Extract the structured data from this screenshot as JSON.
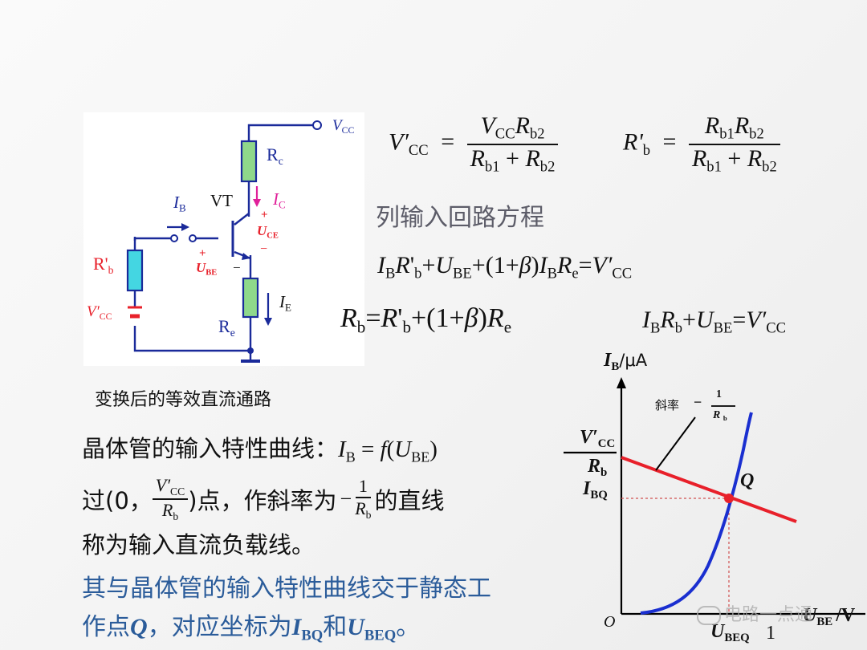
{
  "circuit": {
    "caption": "变换后的等效直流通路",
    "labels": {
      "vcc_term": "V",
      "vcc_term_sub": "CC",
      "rc": "R",
      "rc_sub": "c",
      "vt": "VT",
      "ib": "I",
      "ib_sub": "B",
      "ic": "I",
      "ic_sub": "C",
      "uce_plus": "+",
      "uce": "U",
      "uce_sub": "CE",
      "uce_minus": "−",
      "ube_plus": "+",
      "ube": "U",
      "ube_sub": "BE",
      "ube_minus": "−",
      "rb": "R'",
      "rb_sub": "b",
      "vcc_src": "V′",
      "vcc_src_sub": "CC",
      "ie": "I",
      "ie_sub": "E",
      "re": "R",
      "re_sub": "e"
    }
  },
  "formulas": {
    "f1_lhs": "V′",
    "f1_lhs_sub": "CC",
    "f1_eq": "=",
    "f1_num_a": "V",
    "f1_num_a_sub": "CC",
    "f1_num_b": "R",
    "f1_num_b_sub": "b2",
    "f1_den_a": "R",
    "f1_den_a_sub": "b1",
    "f1_den_plus": "+",
    "f1_den_b": "R",
    "f1_den_b_sub": "b2",
    "f2_lhs": "R'",
    "f2_lhs_sub": "b",
    "f2_eq": "=",
    "f2_num_a": "R",
    "f2_num_a_sub": "b1",
    "f2_num_b": "R",
    "f2_num_b_sub": "b2",
    "f2_den_a": "R",
    "f2_den_a_sub": "b1",
    "f2_den_plus": "+",
    "f2_den_b": "R",
    "f2_den_b_sub": "b2",
    "heading": "列输入回路方程",
    "eq1": [
      {
        "t": "I",
        "i": true
      },
      {
        "t": "B",
        "sub": true
      },
      {
        "t": "R",
        "i": true
      },
      {
        "t": "'",
        "i": false
      },
      {
        "t": "b",
        "sub": true
      },
      {
        "t": "+",
        "i": false
      },
      {
        "t": "U",
        "i": true
      },
      {
        "t": "BE",
        "sub": true
      },
      {
        "t": "+(1+",
        "i": false
      },
      {
        "t": "β",
        "i": true
      },
      {
        "t": ")",
        "i": false
      },
      {
        "t": "I",
        "i": true
      },
      {
        "t": "B",
        "sub": true
      },
      {
        "t": "R",
        "i": true
      },
      {
        "t": "e",
        "sub": true
      },
      {
        "t": "=",
        "i": false
      },
      {
        "t": "V′",
        "i": true
      },
      {
        "t": "CC",
        "sub": true
      }
    ],
    "eq2": [
      {
        "t": "R",
        "i": true
      },
      {
        "t": "b",
        "sub": true
      },
      {
        "t": "=",
        "i": false
      },
      {
        "t": "R",
        "i": true
      },
      {
        "t": "'",
        "i": false
      },
      {
        "t": "b",
        "sub": true
      },
      {
        "t": "+(1+",
        "i": false
      },
      {
        "t": "β",
        "i": true
      },
      {
        "t": ")",
        "i": false
      },
      {
        "t": "R",
        "i": true
      },
      {
        "t": "e",
        "sub": true
      }
    ],
    "eq3": [
      {
        "t": "I",
        "i": true
      },
      {
        "t": "B",
        "sub": true
      },
      {
        "t": "R",
        "i": true
      },
      {
        "t": "b",
        "sub": true
      },
      {
        "t": "+",
        "i": false
      },
      {
        "t": "U",
        "i": true
      },
      {
        "t": "BE",
        "sub": true
      },
      {
        "t": "=",
        "i": false
      },
      {
        "t": "V′",
        "i": true
      },
      {
        "t": "CC",
        "sub": true
      }
    ]
  },
  "text": {
    "line1_a": "晶体管的输入特性曲线：",
    "line1_formula": [
      {
        "t": "I",
        "i": true
      },
      {
        "t": "B",
        "sub": true
      },
      {
        "t": " = ",
        "i": false
      },
      {
        "t": "f",
        "i": true
      },
      {
        "t": "(",
        "i": false
      },
      {
        "t": "U",
        "i": true
      },
      {
        "t": "BE",
        "sub": true
      },
      {
        "t": ")",
        "i": false
      }
    ],
    "line2_a": "过(0，",
    "line2_frac_num": "V′",
    "line2_frac_num_sub": "CC",
    "line2_frac_den": "R",
    "line2_frac_den_sub": "b",
    "line2_b": ")点，作斜率为",
    "line2_neg": "−",
    "line2_frac2_num": "1",
    "line2_frac2_den": "R",
    "line2_frac2_den_sub": "b",
    "line2_c": "的直线",
    "line3": "称为输入直流负载线。",
    "line4": "其与晶体管的输入特性曲线交于静态工",
    "line5_a": "作点",
    "line5_q": "Q",
    "line5_b": "，对应坐标为",
    "line5_ibq": "I",
    "line5_ibq_sub": "BQ",
    "line5_and": "和",
    "line5_ubeq": "U",
    "line5_ubeq_sub": "BEQ",
    "line5_end": "。"
  },
  "graph": {
    "y_axis_label": "I",
    "y_axis_sub": "B",
    "y_axis_unit": "/μA",
    "x_axis_label": "U",
    "x_axis_sub": "BE",
    "x_axis_unit": "/V",
    "origin": "O",
    "slope_text": "斜率",
    "slope_neg": "−",
    "slope_num": "1",
    "slope_den": "R",
    "slope_den_sub": "b",
    "intercept_num": "V′",
    "intercept_num_sub": "CC",
    "intercept_den": "R",
    "intercept_den_sub": "b",
    "ibq": "I",
    "ibq_sub": "BQ",
    "q": "Q",
    "ubeq": "U",
    "ubeq_sub": "BEQ",
    "tick_one": "1",
    "colors": {
      "load_line": "#e8202a",
      "curve": "#1a2fd0",
      "q_point": "#e8202a",
      "axis": "#000000"
    }
  },
  "watermark": "电路一点通"
}
